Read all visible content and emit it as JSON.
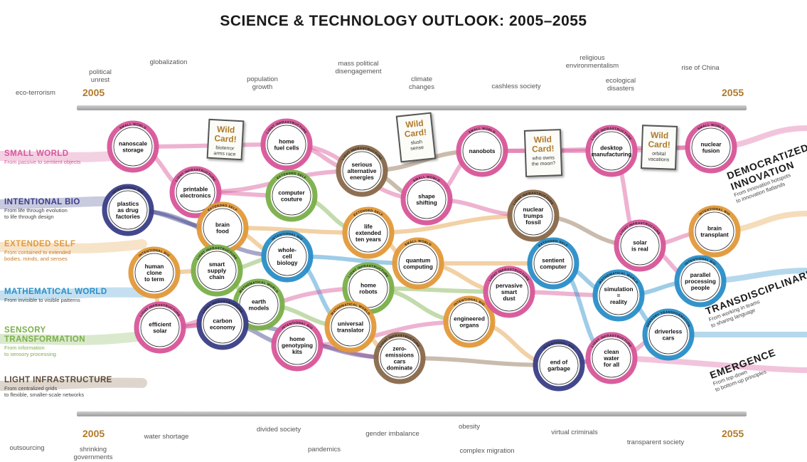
{
  "title": "SCIENCE & TECHNOLOGY OUTLOOK: 2005–2055",
  "start_year": "2005",
  "end_year": "2055",
  "top_trends": [
    "eco-terrorism",
    "political\nunrest",
    "globalization",
    "population\ngrowth",
    "mass political\ndisengagement",
    "climate\nchanges",
    "cashless society",
    "religious\nenvironmentalism",
    "ecological\ndisasters",
    "rise of China"
  ],
  "bottom_trends": [
    "outsourcing",
    "shrinking\ngovernments",
    "water shortage",
    "divided society",
    "pandemics",
    "gender imbalance",
    "obesity",
    "complex migration",
    "virtual criminals",
    "transparent society"
  ],
  "themes": [
    {
      "label": "SMALL WORLD",
      "desc": "From passive to sentient objects",
      "color": "#d9579a"
    },
    {
      "label": "INTENTIONAL BIO",
      "desc": "From life through evolution\nto life through design",
      "color": "#3b3f88"
    },
    {
      "label": "EXTENDED SELF",
      "desc": "From contained to extended\nbodies, minds, and senses",
      "color": "#e39a3a"
    },
    {
      "label": "MATHEMATICAL WORLD",
      "desc": "From invisible to visible patterns",
      "color": "#2a8fc9"
    },
    {
      "label": "SENSORY\nTRANSFORMATION",
      "desc": "From information\nto sensory processing",
      "color": "#7bb04a"
    },
    {
      "label": "LIGHT INFRASTRUCTURE",
      "desc": "From centralized grids\nto flexible, smaller-scale networks",
      "color": "#8a6a4a"
    }
  ],
  "nodes": [
    {
      "label": "nanoscale\nstorage",
      "tag": "SMALL WORLD",
      "color": "#d9579a"
    },
    {
      "label": "plastics\nas drug\nfactories",
      "tag": "INTENTIONAL BIO",
      "color": "#3b3f88"
    },
    {
      "label": "printable\nelectronics",
      "tag": "LIGHT INFRASTRUCTURE",
      "color": "#d9579a"
    },
    {
      "label": "home\nfuel cells",
      "tag": "LIGHT INFRASTRUCTURE",
      "color": "#d9579a"
    },
    {
      "label": "computer\ncouture",
      "tag": "EXTENDED SELF",
      "color": "#7bb04a"
    },
    {
      "label": "brain\nfood",
      "tag": "EXTENDED SELF",
      "color": "#e39a3a"
    },
    {
      "label": "human\nclone\nto term",
      "tag": "INTENTIONAL BIO",
      "color": "#e39a3a"
    },
    {
      "label": "smart\nsupply\nchain",
      "tag": "LIGHT INFRASTRUCTURE",
      "color": "#7bb04a"
    },
    {
      "label": "whole-\ncell\nbiology",
      "tag": "INTENTIONAL BIO",
      "color": "#2a8fc9"
    },
    {
      "label": "earth\nmodels",
      "tag": "MATHEMATICAL WORLD",
      "color": "#7bb04a"
    },
    {
      "label": "efficient\nsolar",
      "tag": "LIGHT INFRASTRUCTURE",
      "color": "#d9579a"
    },
    {
      "label": "carbon\neconomy",
      "tag": "LIGHT INFRASTRUCTURE",
      "color": "#3b3f88"
    },
    {
      "label": "home\ngenotyping\nkits",
      "tag": "INTENTIONAL BIO",
      "color": "#d9579a"
    },
    {
      "label": "serious\nalternative\nenergies",
      "tag": "LIGHT INFRASTRUCTURE",
      "color": "#8a6a4a"
    },
    {
      "label": "life\nextended\nten years",
      "tag": "EXTENDED SELF",
      "color": "#e39a3a"
    },
    {
      "label": "home\nrobots",
      "tag": "LIGHT INFRASTRUCTURE",
      "color": "#7bb04a"
    },
    {
      "label": "universal\ntranslator",
      "tag": "MATHEMATICAL WORLD",
      "color": "#e39a3a"
    },
    {
      "label": "zero-\nemissions\ncars\ndominate",
      "tag": "LIGHT INFRASTRUCTURE",
      "color": "#8a6a4a"
    },
    {
      "label": "shape\nshifting",
      "tag": "SMALL WORLD",
      "color": "#d9579a"
    },
    {
      "label": "quantum\ncomputing",
      "tag": "SMALL WORLD",
      "color": "#e39a3a"
    },
    {
      "label": "engineered\norgans",
      "tag": "INTENTIONAL BIO",
      "color": "#e39a3a"
    },
    {
      "label": "nanobots",
      "tag": "SMALL WORLD",
      "color": "#d9579a"
    },
    {
      "label": "nuclear\ntrumps\nfossil",
      "tag": "LIGHT INFRASTRUCTURE",
      "color": "#8a6a4a"
    },
    {
      "label": "pervasive\nsmart\ndust",
      "tag": "LIGHT INFRASTRUCTURE",
      "color": "#d9579a"
    },
    {
      "label": "sentient\ncomputer",
      "tag": "EXTENDED SELF",
      "color": "#2a8fc9"
    },
    {
      "label": "end of\ngarbage",
      "tag": "INTENTIONAL BIO",
      "color": "#3b3f88"
    },
    {
      "label": "desktop\nmanufacturing",
      "tag": "LIGHT INFRASTRUCTURE",
      "color": "#d9579a"
    },
    {
      "label": "solar\nis real",
      "tag": "LIGHT INFRASTRUCTURE",
      "color": "#d9579a"
    },
    {
      "label": "simulation\n=\nreality",
      "tag": "MATHEMATICAL WORLD",
      "color": "#2a8fc9"
    },
    {
      "label": "clean\nwater\nfor all",
      "tag": "LIGHT INFRASTRUCTURE",
      "color": "#d9579a"
    },
    {
      "label": "nuclear\nfusion",
      "tag": "SMALL WORLD",
      "color": "#d9579a"
    },
    {
      "label": "brain\ntransplant",
      "tag": "INTENTIONAL BIO",
      "color": "#e39a3a"
    },
    {
      "label": "parallel\nprocessing\npeople",
      "tag": "INTENTIONAL BIO",
      "color": "#2a8fc9"
    },
    {
      "label": "driverless\ncars",
      "tag": "SENSORY TRANSFORMATION",
      "color": "#2a8fc9"
    }
  ],
  "wild_cards": [
    {
      "title": "Wild\nCard!",
      "text": "bioterror\narms race"
    },
    {
      "title": "Wild\nCard!",
      "text": "slush\nsense"
    },
    {
      "title": "Wild\nCard!",
      "text": "who owns\nthe moon?"
    },
    {
      "title": "Wild\nCard!",
      "text": "orbital\nvacations"
    }
  ],
  "outcomes": [
    {
      "label": "DEMOCRATIZED\nINNOVATION",
      "desc": "From innovation hotspots\nto innovation flatlands"
    },
    {
      "label": "TRANSDISCIPLINARITY",
      "desc": "From working in teams\nto sharing language"
    },
    {
      "label": "EMERGENCE",
      "desc": "From top-down\nto bottom-up principles"
    }
  ]
}
